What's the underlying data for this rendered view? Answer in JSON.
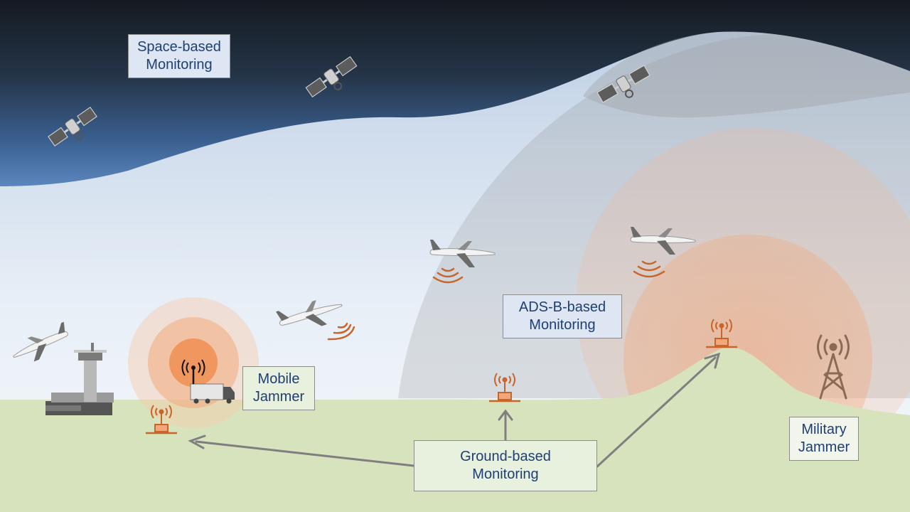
{
  "labels": {
    "space": [
      "Space-based",
      "Monitoring"
    ],
    "adsb": [
      "ADS-B-based",
      "Monitoring"
    ],
    "mobile_jammer": [
      "Mobile",
      "Jammer"
    ],
    "ground": [
      "Ground-based",
      "Monitoring"
    ],
    "military_jammer": [
      "Military",
      "Jammer"
    ]
  },
  "colors": {
    "sky_dark": "#15191f",
    "sky_blue": "#3f6aa3",
    "sky_light": "#eef4fa",
    "ground_green": "#d7e3bd",
    "jammer_orange": "#f2a77a",
    "signal_orange": "#c8652a",
    "label_text": "#1f3f73",
    "arrow_gray": "#7f7f7f"
  },
  "icons": [
    "satellite-icon",
    "airplane-icon",
    "control-tower-icon",
    "antenna-icon",
    "jammer-truck-icon",
    "transmission-tower-icon"
  ]
}
